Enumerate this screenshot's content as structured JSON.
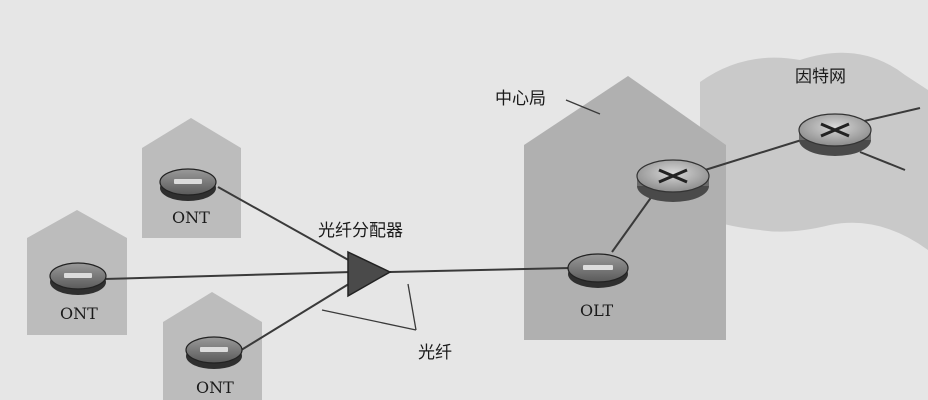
{
  "labels": {
    "ont_top": "ONT",
    "ont_left": "ONT",
    "ont_bottom": "ONT",
    "splitter": "光纤分配器",
    "fiber": "光纤",
    "central_office": "中心局",
    "olt": "OLT",
    "internet": "因特网"
  },
  "icons": {
    "ont": "ont-router-icon",
    "olt": "olt-router-icon",
    "router": "core-router-icon",
    "splitter": "splitter-triangle-icon"
  }
}
